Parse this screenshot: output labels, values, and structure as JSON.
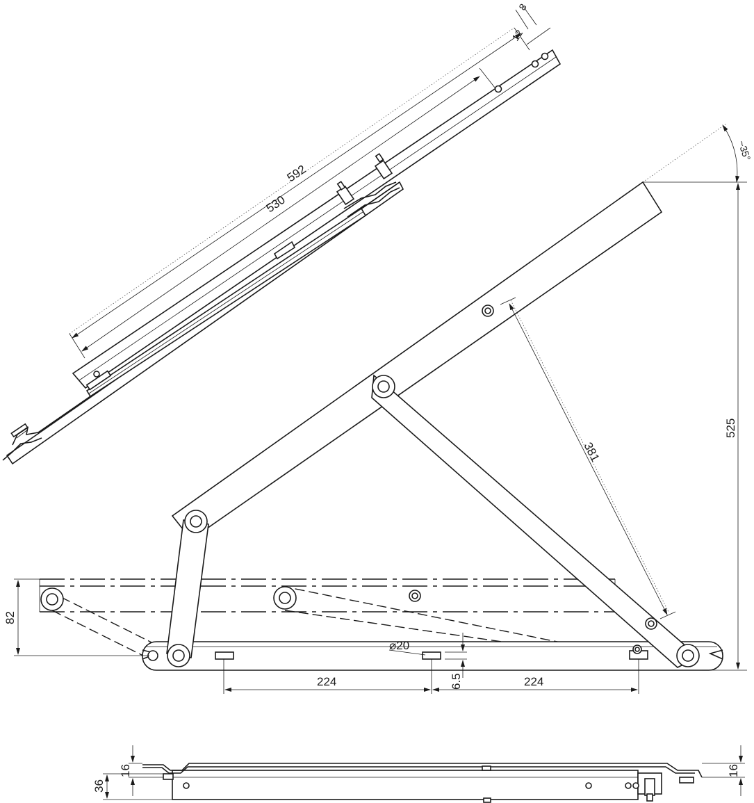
{
  "dimensions": {
    "length_592": "592",
    "length_530": "530",
    "offset_8": "8",
    "offset_12": "12",
    "angle_35": "~35°",
    "height_525": "525",
    "length_381": "381",
    "height_82": "82",
    "hole_dia_20": "⌀20",
    "offset_6_5": "6.5",
    "spacing_left_224": "224",
    "spacing_right_224": "224",
    "profile_36": "36",
    "profile_16_left": "16",
    "profile_16_right": "16"
  }
}
